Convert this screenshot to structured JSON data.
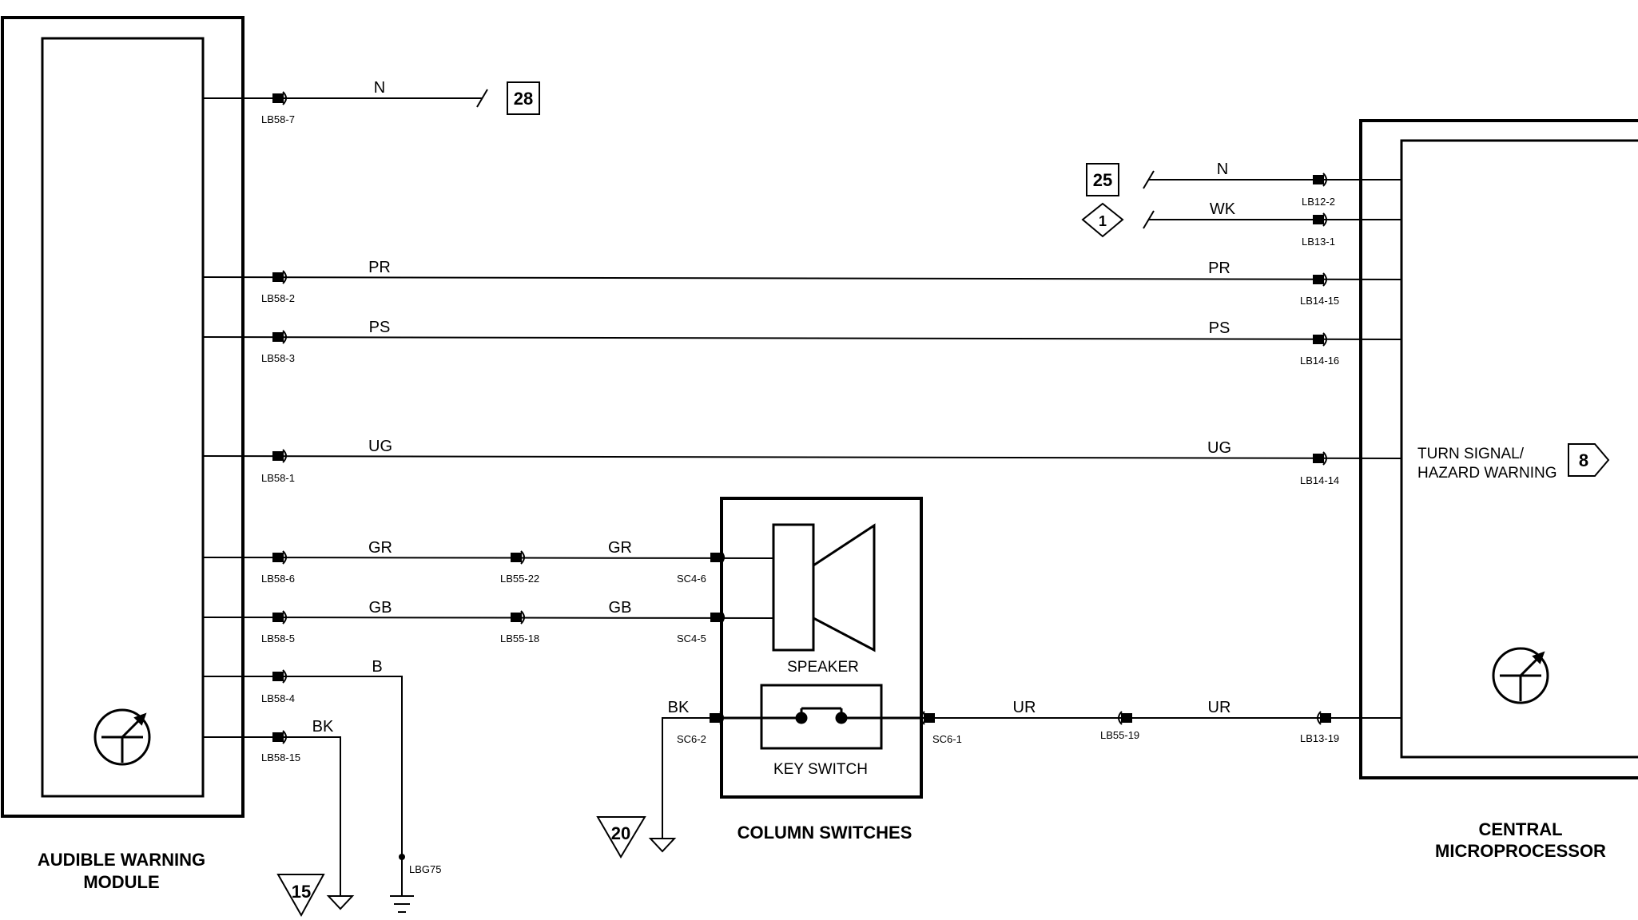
{
  "modules": {
    "awm": {
      "title_line1": "AUDIBLE WARNING",
      "title_line2": "MODULE"
    },
    "cm": {
      "title_line1": "CENTRAL",
      "title_line2": "MICROPROCESSOR",
      "turn_line1": "TURN SIGNAL/",
      "turn_line2": "HAZARD WARNING"
    },
    "column": {
      "title": "COLUMN SWITCHES",
      "speaker": "SPEAKER",
      "key_switch": "KEY SWITCH"
    }
  },
  "refs": {
    "r28": "28",
    "r25": "25",
    "r1": "1",
    "r8": "8",
    "r15": "15",
    "r20": "20"
  },
  "wires": {
    "w_n_top": "N",
    "w_n_right": "N",
    "w_wk": "WK",
    "w_pr_left": "PR",
    "w_pr_right": "PR",
    "w_ps_left": "PS",
    "w_ps_right": "PS",
    "w_ug_left": "UG",
    "w_ug_right": "UG",
    "w_gr_left": "GR",
    "w_gr_mid": "GR",
    "w_gb_left": "GB",
    "w_gb_mid": "GB",
    "w_b": "B",
    "w_bk_left": "BK",
    "w_bk_col": "BK",
    "w_ur_left": "UR",
    "w_ur_right": "UR"
  },
  "connectors": {
    "lb58_7": "LB58-7",
    "lb58_2": "LB58-2",
    "lb58_3": "LB58-3",
    "lb58_1": "LB58-1",
    "lb58_6": "LB58-6",
    "lb58_5": "LB58-5",
    "lb58_4": "LB58-4",
    "lb58_15": "LB58-15",
    "lb55_22": "LB55-22",
    "lb55_18": "LB55-18",
    "lb55_19": "LB55-19",
    "sc4_6": "SC4-6",
    "sc4_5": "SC4-5",
    "sc6_2": "SC6-2",
    "sc6_1": "SC6-1",
    "lb12_2": "LB12-2",
    "lb13_1": "LB13-1",
    "lb14_15": "LB14-15",
    "lb14_16": "LB14-16",
    "lb14_14": "LB14-14",
    "lb13_19": "LB13-19",
    "lbg75": "LBG75"
  }
}
